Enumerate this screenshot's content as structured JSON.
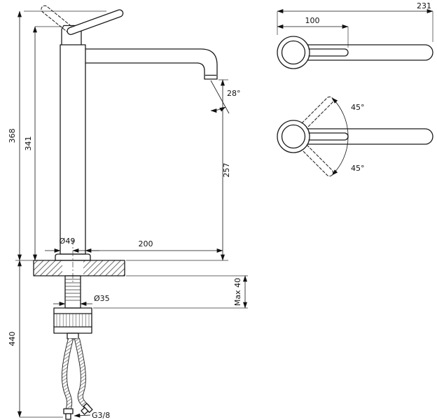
{
  "drawing": {
    "background": "#ffffff",
    "line_color": "#1a1a1a",
    "front_view": {
      "height_total": "368",
      "height_to_spout_base": "341",
      "hose_length": "440",
      "spout_height": "257",
      "spout_reach": "200",
      "spout_angle": "28°",
      "base_diameter": "Ø49",
      "shaft_diameter": "Ø35",
      "max_deck_thickness": "Max 40",
      "hose_thread": "G3/8"
    },
    "top_view": {
      "total_length": "231",
      "handle_length": "100",
      "handle_swing_upper": "45°",
      "handle_swing_lower": "45°"
    }
  }
}
